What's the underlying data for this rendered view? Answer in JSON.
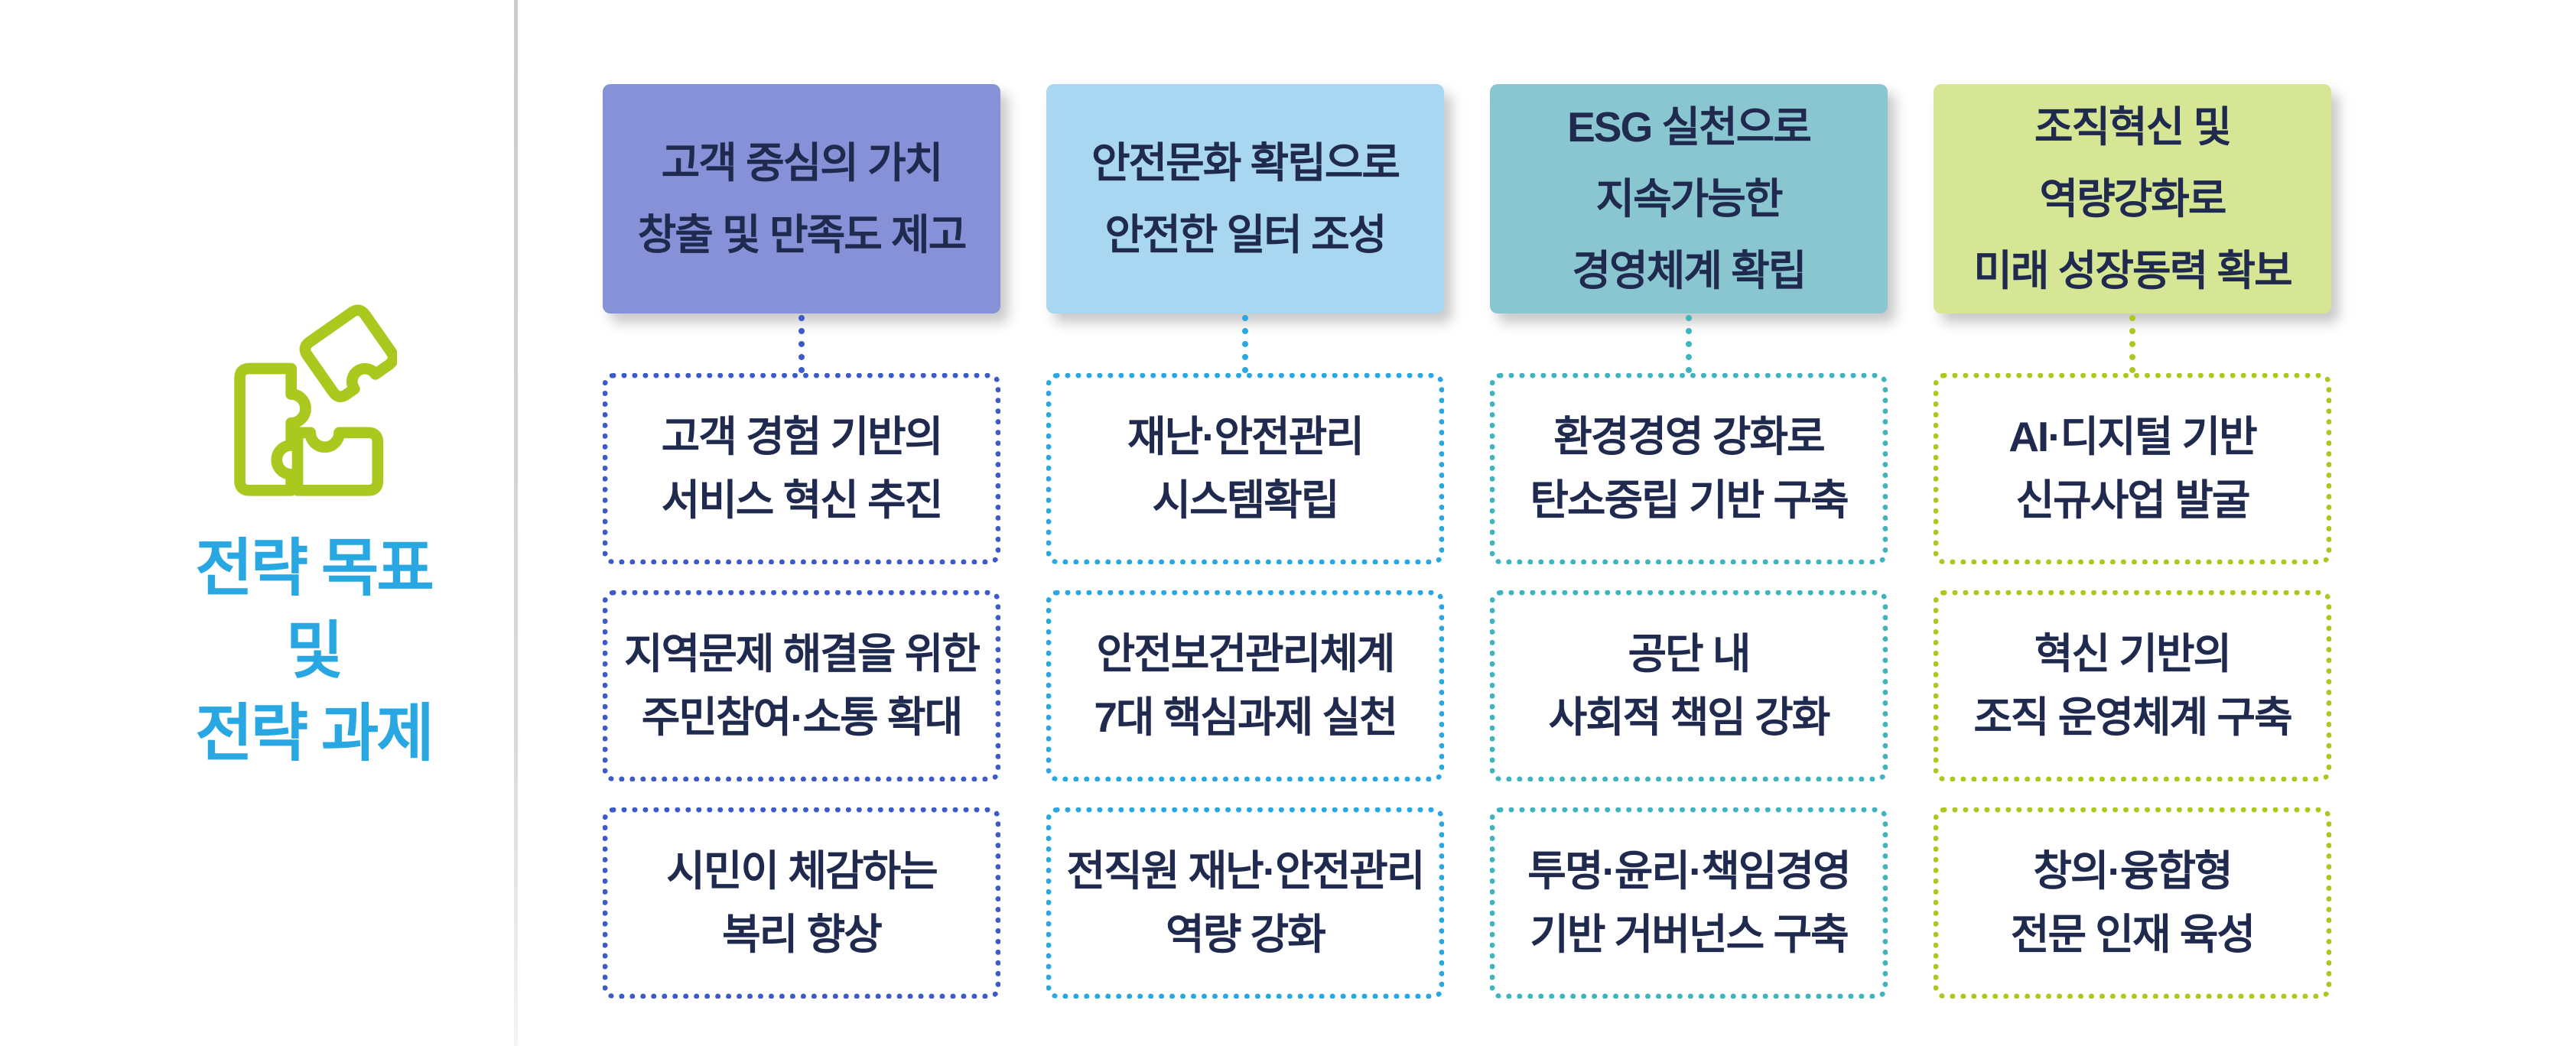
{
  "page": {
    "background": "#ffffff",
    "divider_color": "#d8d8d8",
    "text_color": "#1f2a4e"
  },
  "left_panel": {
    "icon": "puzzle-icon",
    "icon_color": "#a9c91e",
    "title_lines": [
      "전략 목표",
      "및",
      "전략 과제"
    ],
    "title_color": "#29a7e2"
  },
  "columns": [
    {
      "header": {
        "lines": [
          "고객 중심의 가치",
          "창출 및 만족도 제고"
        ],
        "bg": "#8691d8"
      },
      "accent": "#3c5ac8",
      "tasks": [
        {
          "lines": [
            "고객 경험 기반의",
            "서비스 혁신 추진"
          ]
        },
        {
          "lines": [
            "지역문제 해결을 위한",
            "주민참여·소통 확대"
          ]
        },
        {
          "lines": [
            "시민이 체감하는",
            "복리 향상"
          ]
        }
      ]
    },
    {
      "header": {
        "lines": [
          "안전문화 확립으로",
          "안전한 일터 조성"
        ],
        "bg": "#a9d6f0"
      },
      "accent": "#2aa7e1",
      "tasks": [
        {
          "lines": [
            "재난·안전관리",
            "시스템확립"
          ]
        },
        {
          "lines": [
            "안전보건관리체계",
            "7대 핵심과제 실천"
          ]
        },
        {
          "lines": [
            "전직원 재난·안전관리",
            "역량 강화"
          ]
        }
      ]
    },
    {
      "header": {
        "lines": [
          "ESG 실천으로",
          "지속가능한",
          "경영체계 확립"
        ],
        "bg": "#8ac6d0"
      },
      "accent": "#3fb4be",
      "tasks": [
        {
          "lines": [
            "환경경영 강화로",
            "탄소중립 기반 구축"
          ]
        },
        {
          "lines": [
            "공단 내",
            "사회적 책임 강화"
          ]
        },
        {
          "lines": [
            "투명·윤리·책임경영",
            "기반 거버넌스 구축"
          ]
        }
      ]
    },
    {
      "header": {
        "lines": [
          "조직혁신 및",
          "역량강화로",
          "미래 성장동력 확보"
        ],
        "bg": "#d6e695"
      },
      "accent": "#a9c91e",
      "tasks": [
        {
          "lines": [
            "AI·디지털 기반",
            "신규사업 발굴"
          ]
        },
        {
          "lines": [
            "혁신 기반의",
            "조직 운영체계 구축"
          ]
        },
        {
          "lines": [
            "창의·융합형",
            "전문 인재 육성"
          ]
        }
      ]
    }
  ]
}
